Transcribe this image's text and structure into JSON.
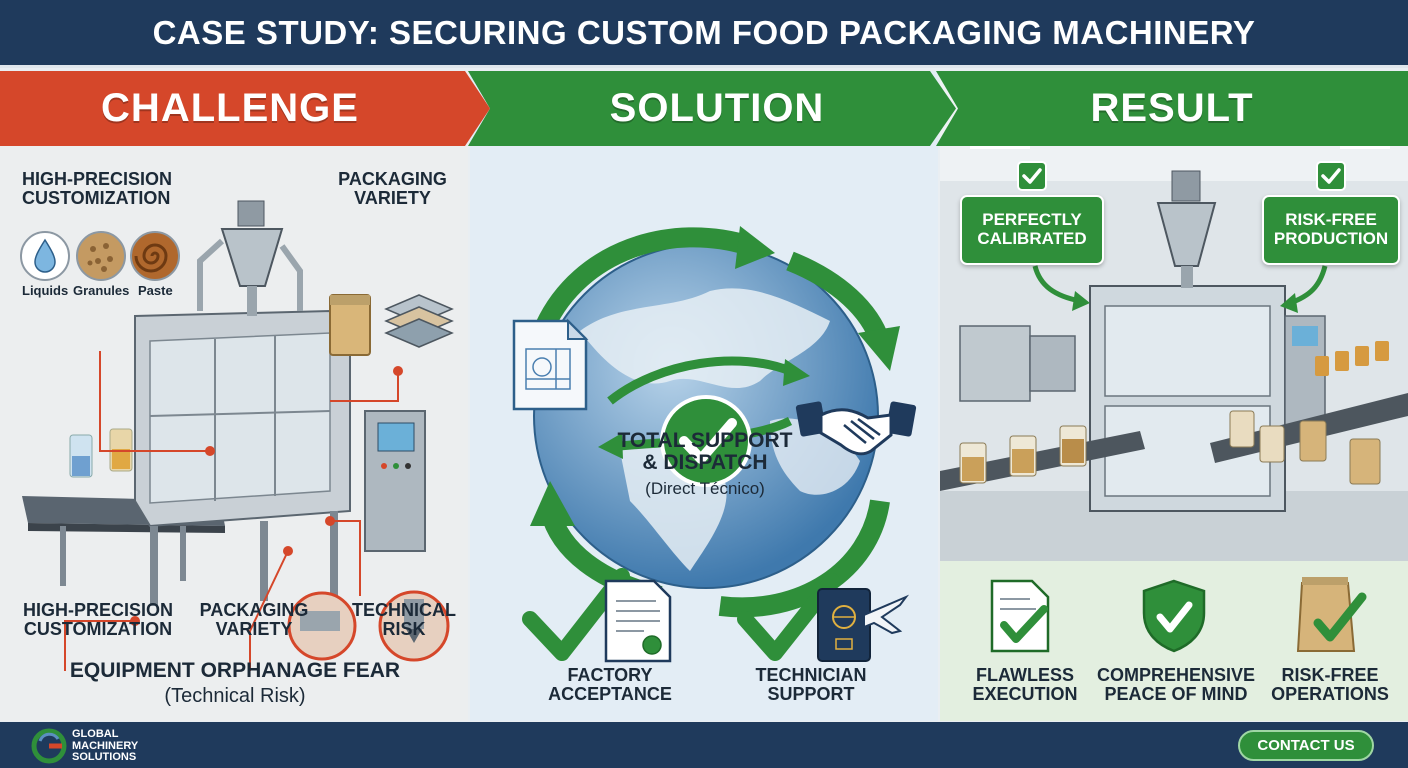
{
  "title": "CASE STUDY: SECURING CUSTOM FOOD PACKAGING MACHINERY",
  "sections": {
    "challenge": "CHALLENGE",
    "solution": "SOLUTION",
    "result": "RESULT"
  },
  "challenge": {
    "top_left_label": "HIGH-PRECISION\nCUSTOMIZATION",
    "top_right_label": "PACKAGING\nVARIETY",
    "materials": [
      "Liquids",
      "Granules",
      "Paste"
    ],
    "bottom_labels": [
      "HIGH-PRECISION\nCUSTOMIZATION",
      "PACKAGING\nVARIETY",
      "TECHNICAL\nRISK"
    ],
    "fear_title": "EQUIPMENT ORPHANAGE FEAR",
    "fear_subtitle": "(Technical Risk)"
  },
  "solution": {
    "center_title": "TOTAL SUPPORT\n& DISPATCH",
    "center_subtitle": "(Direct Técnico)",
    "left_item": "FACTORY\nACCEPTANCE",
    "right_item": "TECHNICIAN\nSUPPORT"
  },
  "result": {
    "tag_left": "PERFECTLY\nCALIBRATED",
    "tag_right": "RISK-FREE\nPRODUCTION",
    "items": [
      "FLAWLESS\nEXECUTION",
      "COMPREHENSIVE\nPEACE OF MIND",
      "RISK-FREE\nOPERATIONS"
    ]
  },
  "footer": {
    "logo_text": "GLOBAL\nMACHINERY\nSOLUTIONS",
    "contact_label": "CONTACT US"
  },
  "colors": {
    "navy": "#1f3a5c",
    "challenge_red": "#d5472a",
    "success_green": "#2f8f3a",
    "globe_blue": "#5b8fbf"
  }
}
